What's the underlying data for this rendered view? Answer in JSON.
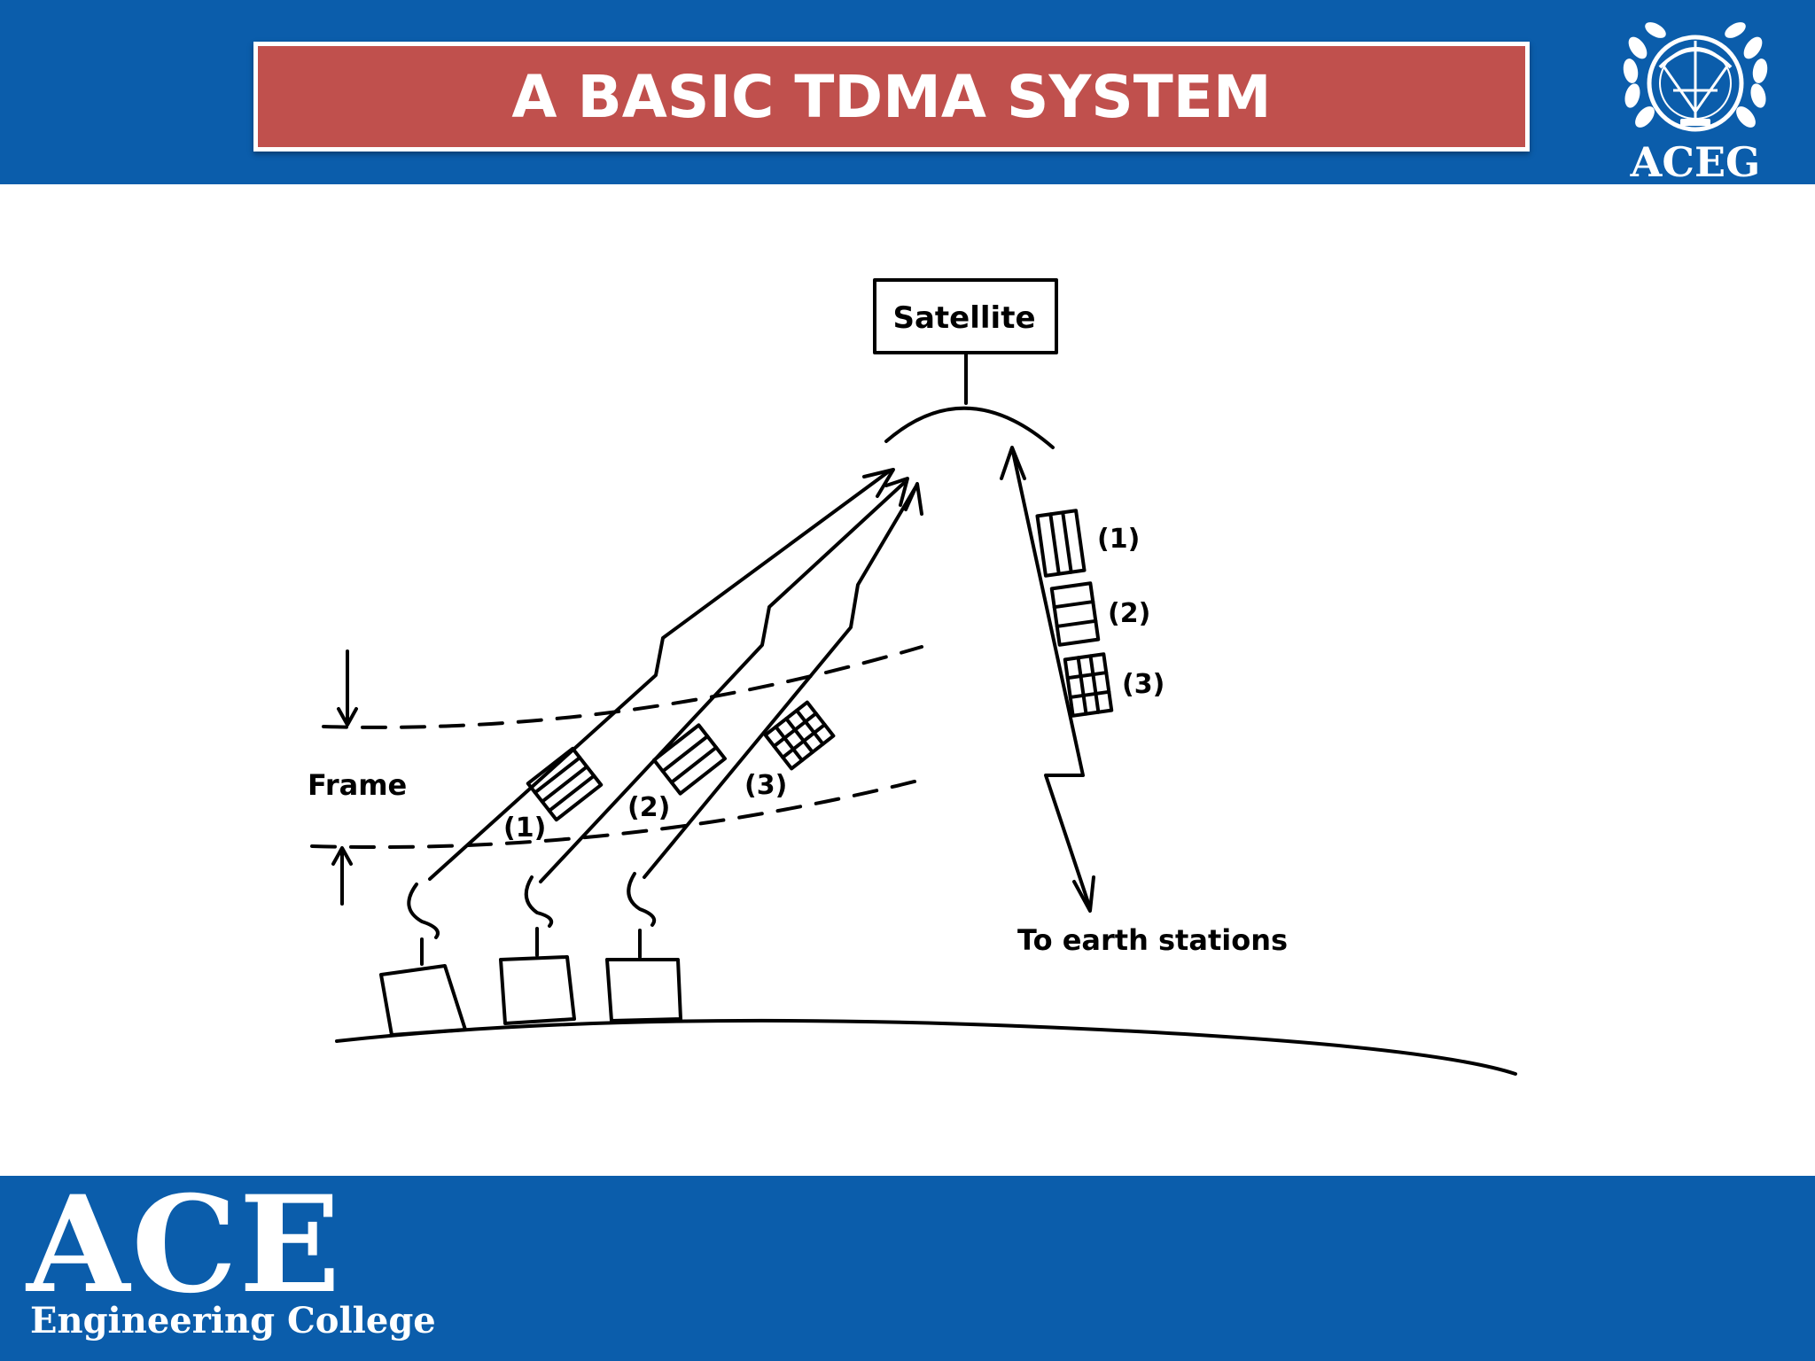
{
  "header": {
    "title": "A BASIC TDMA SYSTEM",
    "logo_text": "ACEG"
  },
  "footer": {
    "brand": "ACE",
    "subtitle": "Engineering College"
  },
  "diagram": {
    "satellite_label": "Satellite",
    "frame_label": "Frame",
    "uplink_bursts": [
      "(1)",
      "(2)",
      "(3)"
    ],
    "downlink_bursts": [
      "(1)",
      "(2)",
      "(3)"
    ],
    "destination_label": "To earth stations"
  },
  "colors": {
    "band_blue": "#0b5dab",
    "title_red": "#c0504d"
  }
}
